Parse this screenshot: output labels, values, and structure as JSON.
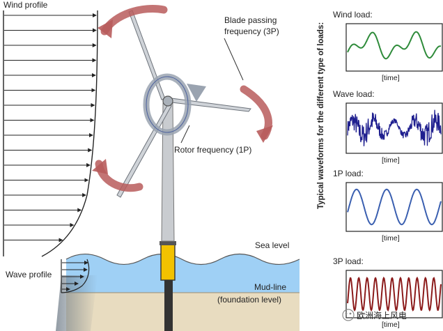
{
  "diagram": {
    "wind_profile_label": "Wind profile",
    "wave_profile_label": "Wave profile",
    "blade_passing_label_line1": "Blade passing",
    "blade_passing_label_line2": "frequency (3P)",
    "rotor_frequency_label": "Rotor frequency (1P)",
    "sea_level_label": "Sea level",
    "mud_line_label": "Mud-line",
    "foundation_level_label": "(foundation level)",
    "side_title": "Typical waveforms for the different type of loads:"
  },
  "panels": [
    {
      "title": "Wind load:",
      "xlabel": "[time]",
      "color": "#2e8b3a",
      "kind": "wind"
    },
    {
      "title": "Wave load:",
      "xlabel": "[time]",
      "color": "#1f1f8f",
      "kind": "wave"
    },
    {
      "title": "1P load:",
      "xlabel": "[time]",
      "color": "#3a5fb0",
      "kind": "1p"
    },
    {
      "title": "3P load:",
      "xlabel": "[time]",
      "color": "#8b1a1a",
      "kind": "3p"
    }
  ],
  "watermark": "欧洲海上风电",
  "colors": {
    "sea": "#9fd0f5",
    "seabed": "#e8dcc0",
    "tower": "#c9ccd0",
    "transition_piece": "#f2c200",
    "arrow_red": "#b85c5c",
    "rotor_ring": "#9aa3b0"
  }
}
